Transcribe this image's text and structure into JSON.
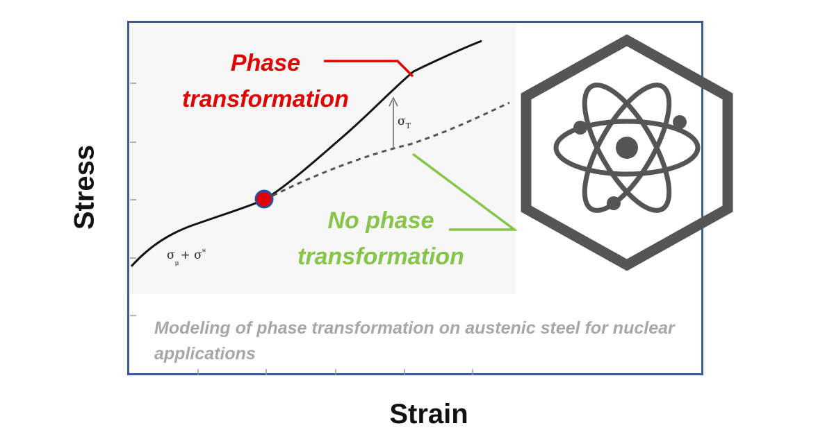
{
  "axes": {
    "ylabel": "Stress",
    "xlabel": "Strain"
  },
  "annotations": {
    "phase_line1": "Phase",
    "phase_line2": "transformation",
    "nophase_line1": "No phase",
    "nophase_line2": "transformation",
    "sigma_t": "σ",
    "sigma_t_sub": "T",
    "sigma_mu": "σ",
    "sigma_mu_sub": "μ",
    "sigma_plus": "+ σ",
    "sigma_star": "*"
  },
  "caption": "Modeling of phase transformation on austenic steel for nuclear applications",
  "icon": "atom-hexagon-icon",
  "colors": {
    "frame": "#3b5a93",
    "phase": "#e00000",
    "no_phase": "#86c44a",
    "caption": "#a7a7a7",
    "icon": "#555555",
    "marker_fill": "#e00000",
    "marker_edge": "#2b4fa0"
  }
}
